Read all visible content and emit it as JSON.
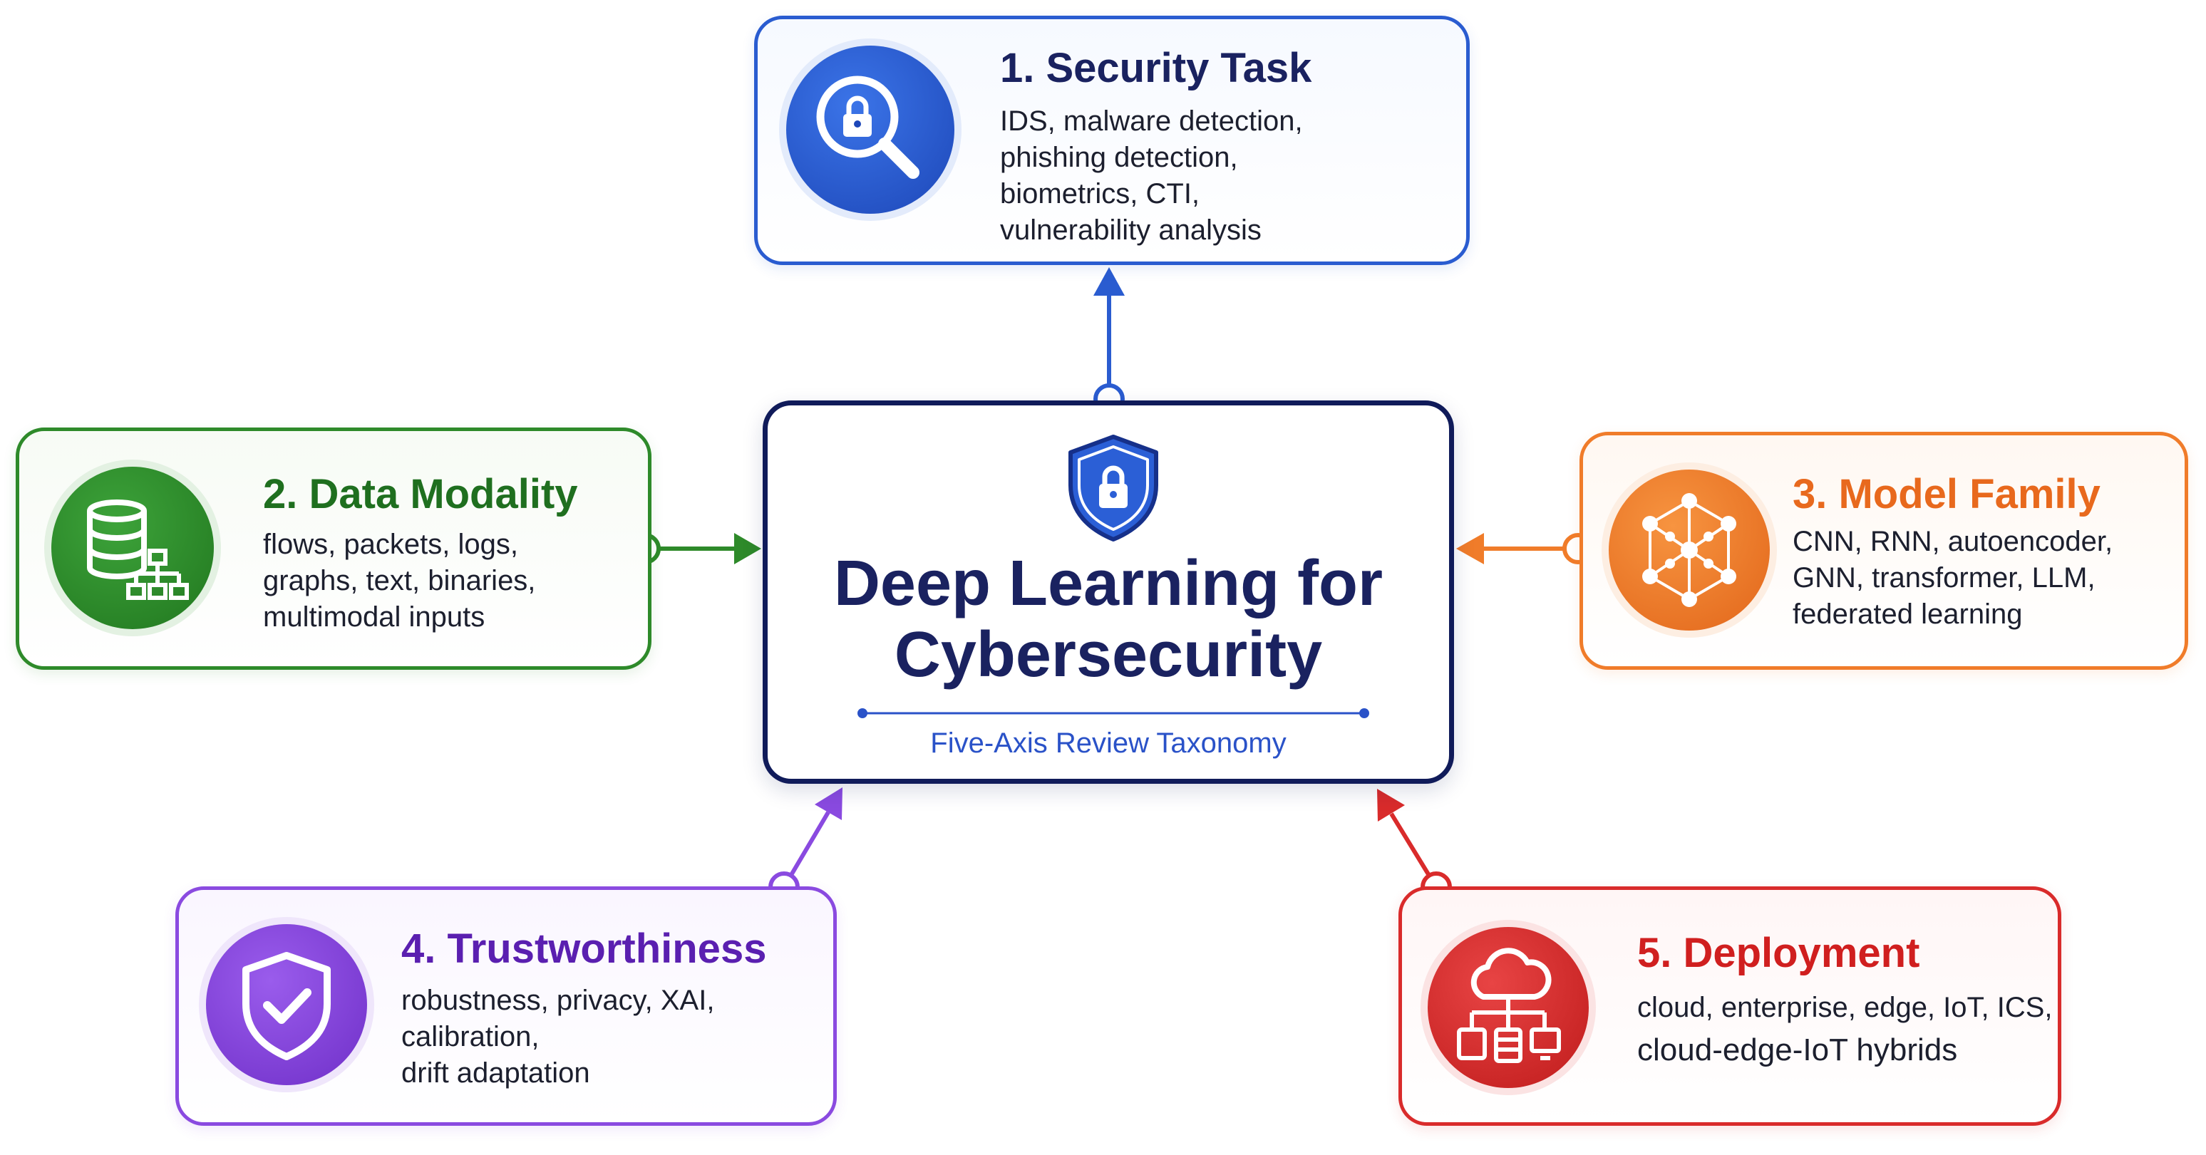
{
  "center": {
    "title_lines": [
      "Deep Learning for",
      "Cybersecurity"
    ],
    "subtitle": "Five-Axis Review Taxonomy",
    "icon": "shield-lock-icon"
  },
  "axes": [
    {
      "id": "security",
      "title": "1. Security Task",
      "lines": [
        "IDS, malware detection,",
        "phishing detection,",
        "biometrics, CTI,",
        "vulnerability analysis"
      ],
      "color": "#2a5cd0",
      "icon": "lock-magnifier-icon"
    },
    {
      "id": "data",
      "title": "2. Data Modality",
      "lines": [
        "flows, packets, logs,",
        "graphs, text, binaries,",
        "multimodal inputs"
      ],
      "color": "#2e8a2a",
      "icon": "database-network-icon"
    },
    {
      "id": "model",
      "title": "3. Model Family",
      "lines": [
        "CNN, RNN, autoencoder,",
        "GNN, transformer, LLM,",
        "federated learning"
      ],
      "color": "#f07c2a",
      "icon": "neural-network-icon"
    },
    {
      "id": "trust",
      "title": "4. Trustworthiness",
      "lines": [
        "robustness, privacy, XAI,",
        "calibration,",
        "drift adaptation"
      ],
      "color": "#8a4ae0",
      "icon": "shield-check-icon"
    },
    {
      "id": "deploy",
      "title": "5. Deployment",
      "lines": [
        "cloud, enterprise, edge, IoT, ICS,",
        "cloud-edge-IoT hybrids"
      ],
      "color": "#d92b2b",
      "icon": "cloud-devices-icon"
    }
  ]
}
